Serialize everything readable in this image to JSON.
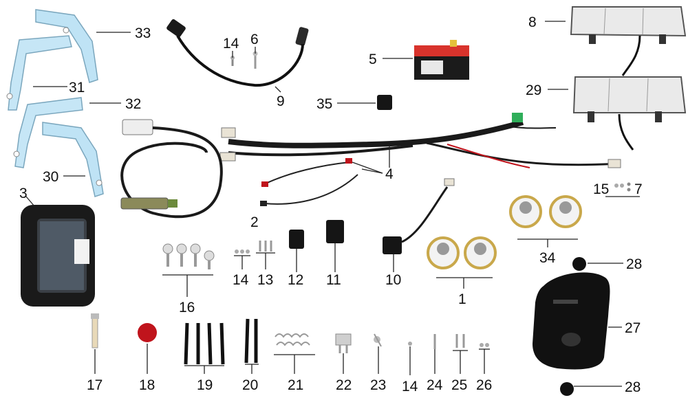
{
  "diagram": {
    "callouts": [
      "1",
      "2",
      "3",
      "4",
      "5",
      "6",
      "7",
      "8",
      "9",
      "10",
      "11",
      "12",
      "13",
      "14",
      "14",
      "14",
      "15",
      "16",
      "17",
      "18",
      "19",
      "20",
      "21",
      "22",
      "23",
      "24",
      "25",
      "26",
      "27",
      "28",
      "28",
      "29",
      "30",
      "31",
      "32",
      "33",
      "34",
      "35"
    ]
  },
  "parts": {
    "led_strip": "led-strip-icon",
    "ignition_coil": "ignition-coil-icon",
    "battery": "battery-icon",
    "light_module": "light-module-icon",
    "relay": "relay-icon",
    "wiring_harness": "wiring-harness-icon",
    "sensor": "sensor-icon",
    "display": "display-icon",
    "lamp": "lamp-icon",
    "housing": "housing-icon",
    "rubber_cap": "rubber-cap-icon",
    "screws": "screw-icon",
    "cable_ties": "cable-tie-icon"
  },
  "colors": {
    "harness": "#1a1a1a",
    "led": "#bfe3f5",
    "battery_red": "#d8332c",
    "cap_red": "#c0141c",
    "housing": "#111111",
    "lamp_lens": "#f3f3f3"
  }
}
